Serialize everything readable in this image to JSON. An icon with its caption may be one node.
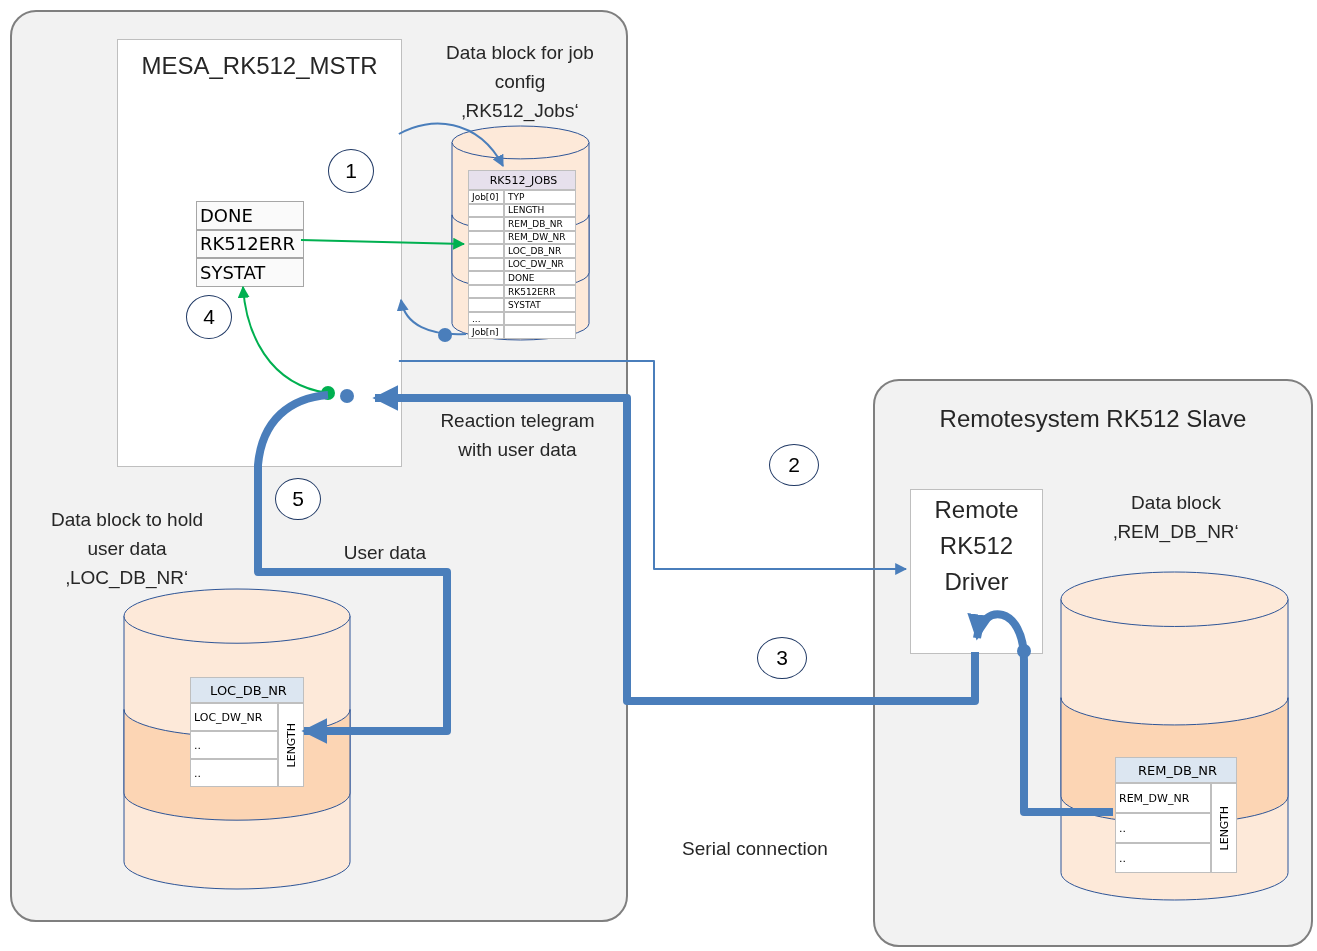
{
  "diagram": {
    "nodes": [
      {
        "text": [],
        "shape": "box"
      },
      {
        "text": [
          "MESA_RK512_MSTR"
        ],
        "in": 0
      },
      {
        "text": [
          "DONE",
          "RK512ERR",
          "SYSTAT"
        ],
        "in": 1
      },
      {
        "text": [
          "1"
        ],
        "in": 1
      },
      {
        "text": [
          "4"
        ],
        "in": 1
      },
      {
        "text": [
          "Data block for job config ‚RK512_Jobs‘"
        ],
        "in": 0
      },
      {
        "text": [
          "RK512_JOBS",
          "Job[0]",
          "TYP",
          "LENGTH",
          "REM_DB_NR",
          "REM_DW_NR",
          "LOC_DB_NR",
          "LOC_DW_NR",
          "DONE",
          "RK512ERR",
          "SYSTAT",
          "...",
          "Job[n]"
        ],
        "in": 5
      },
      {
        "text": [
          "5"
        ],
        "in": 0
      },
      {
        "text": [
          "Data block to hold user data ‚LOC_DB_NR‘"
        ],
        "in": 0
      },
      {
        "text": [
          "LOC_DB_NR",
          "LOC_DW_NR",
          "..",
          "..",
          "LENGTH"
        ],
        "in": 8
      },
      {
        "text": [
          "2"
        ]
      },
      {
        "text": [
          "3"
        ]
      },
      {
        "text": [
          "Remotesystem RK512 Slave"
        ]
      },
      {
        "text": [
          "Remote RK512 Driver"
        ],
        "in": 12
      },
      {
        "text": [
          "Data block ‚REM_DB_NR‘"
        ],
        "in": 12
      },
      {
        "text": [
          "REM_DB_NR",
          "REM_DW_NR",
          "..",
          "..",
          "LENGTH"
        ],
        "in": 14
      }
    ],
    "edges": [
      {
        "from": 1,
        "to": 6,
        "arrow": "to"
      },
      {
        "from": 2,
        "to": 6,
        "arrow": "to",
        "color": "#00b050"
      },
      {
        "from": 6,
        "to": 1,
        "arrow": "to"
      },
      {
        "from": 1,
        "to": 13,
        "arrow": "to"
      },
      {
        "from": 13,
        "to": 1,
        "arrow": "to",
        "label": "Reaction telegram with user data",
        "style": "thick"
      },
      {
        "from": 1,
        "to": 2,
        "arrow": "to",
        "color": "#00b050"
      },
      {
        "from": 1,
        "to": 9,
        "arrow": "to",
        "label": "User data",
        "style": "thick"
      },
      {
        "from": 15,
        "to": 13,
        "arrow": "to",
        "style": "thick"
      }
    ],
    "labels": [
      "Serial connection"
    ]
  }
}
